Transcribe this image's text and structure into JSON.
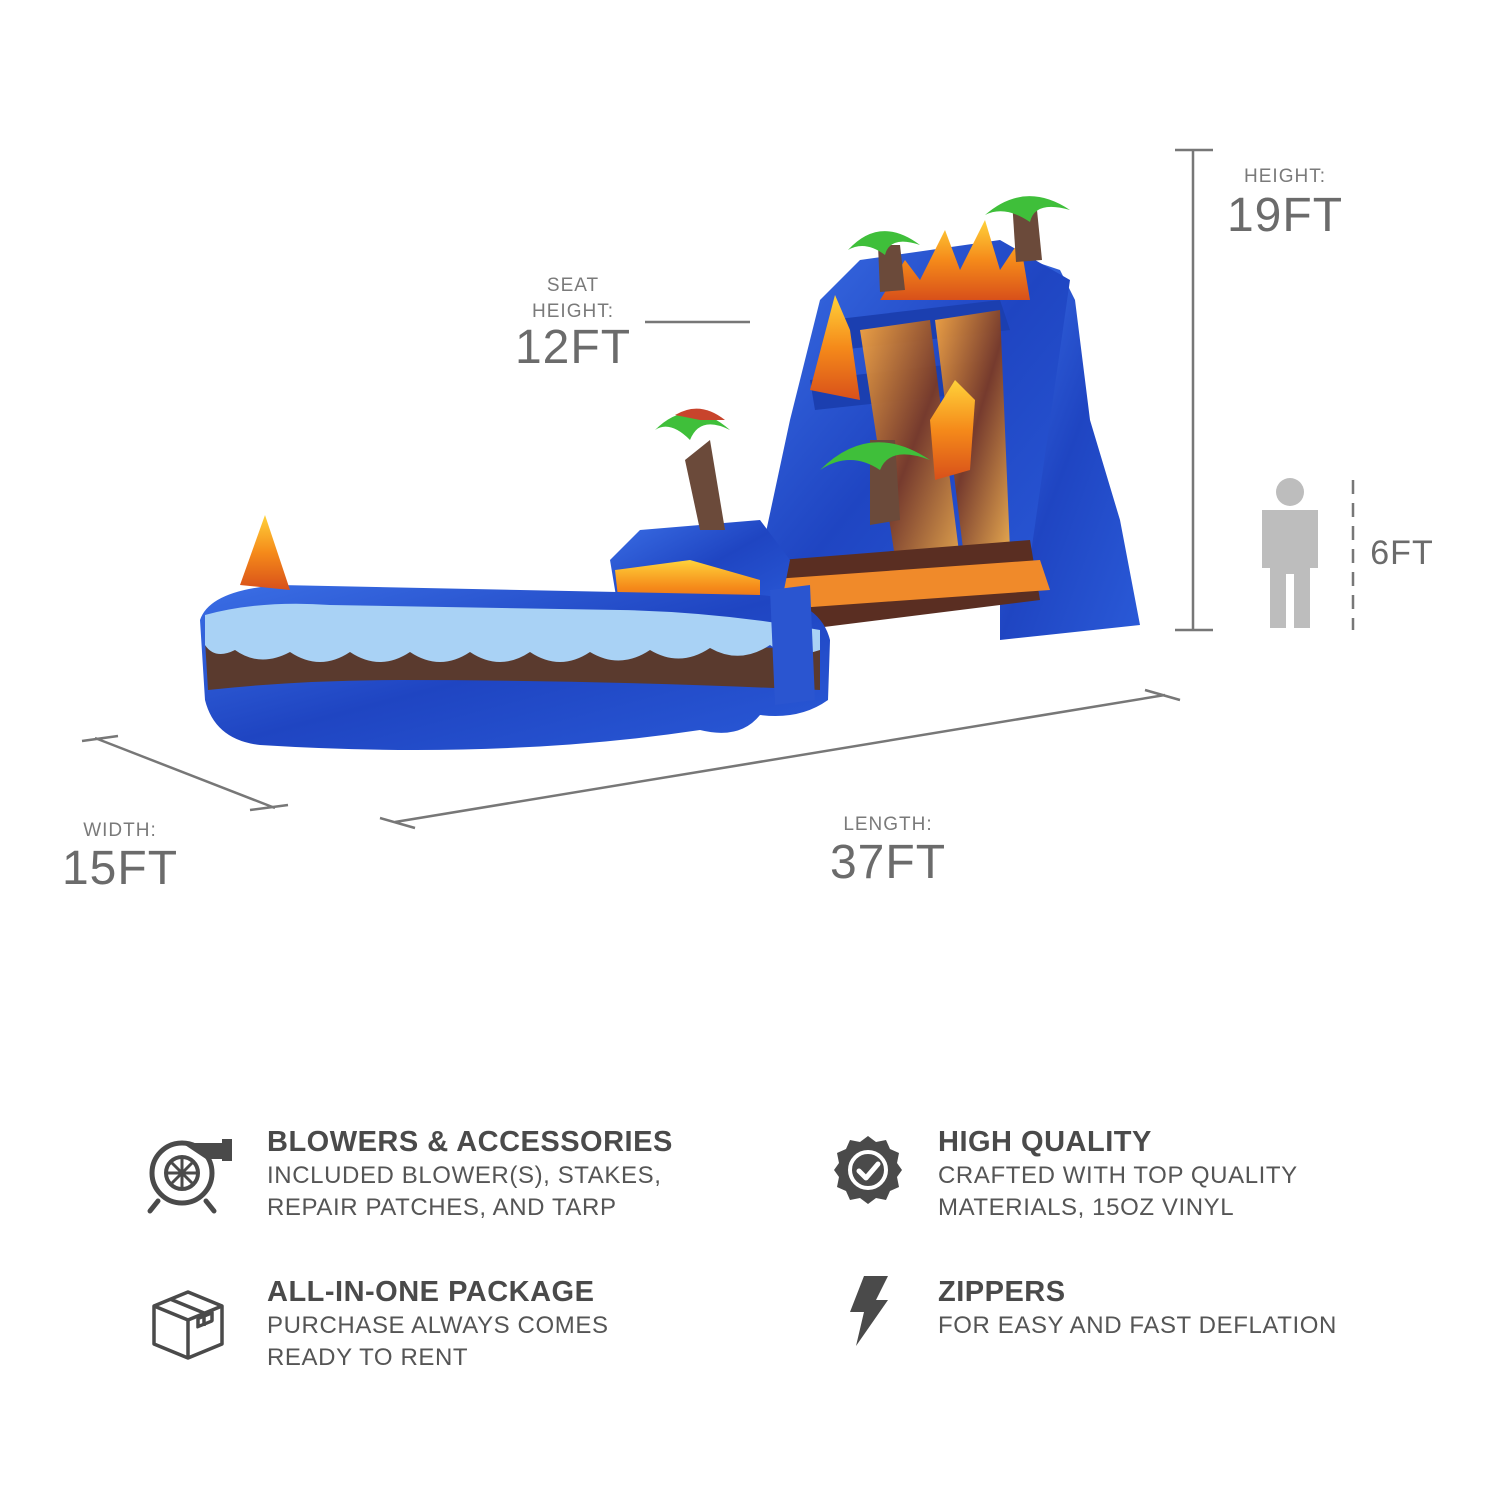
{
  "dimensions": {
    "height": {
      "label": "HEIGHT:",
      "value": "19FT"
    },
    "seat_height": {
      "label_line1": "SEAT",
      "label_line2": "HEIGHT:",
      "value": "12FT"
    },
    "person": {
      "value": "6FT"
    },
    "width": {
      "label": "WIDTH:",
      "value": "15FT"
    },
    "length": {
      "label": "LENGTH:",
      "value": "37FT"
    }
  },
  "features": [
    {
      "title": "BLOWERS & ACCESSORIES",
      "line1": "INCLUDED BLOWER(S), STAKES,",
      "line2": "REPAIR PATCHES, AND TARP",
      "icon": "blower-icon"
    },
    {
      "title": "HIGH QUALITY",
      "line1": "CRAFTED WITH TOP QUALITY",
      "line2": "MATERIALS, 15OZ VINYL",
      "icon": "quality-badge-icon"
    },
    {
      "title": "ALL-IN-ONE PACKAGE",
      "line1": "PURCHASE ALWAYS COMES",
      "line2": "READY TO RENT",
      "icon": "box-icon"
    },
    {
      "title": "ZIPPERS",
      "line1": "FOR EASY AND FAST DEFLATION",
      "line2": "",
      "icon": "lightning-icon"
    }
  ],
  "colors": {
    "dimension_line": "#777777",
    "icon": "#4a4a4a",
    "person": "#bdbdbd",
    "slide_blue": "#2450c8",
    "slide_orange": "#f08a1c",
    "palm_green": "#3fbf3a",
    "trunk_brown": "#6b4a3a"
  }
}
